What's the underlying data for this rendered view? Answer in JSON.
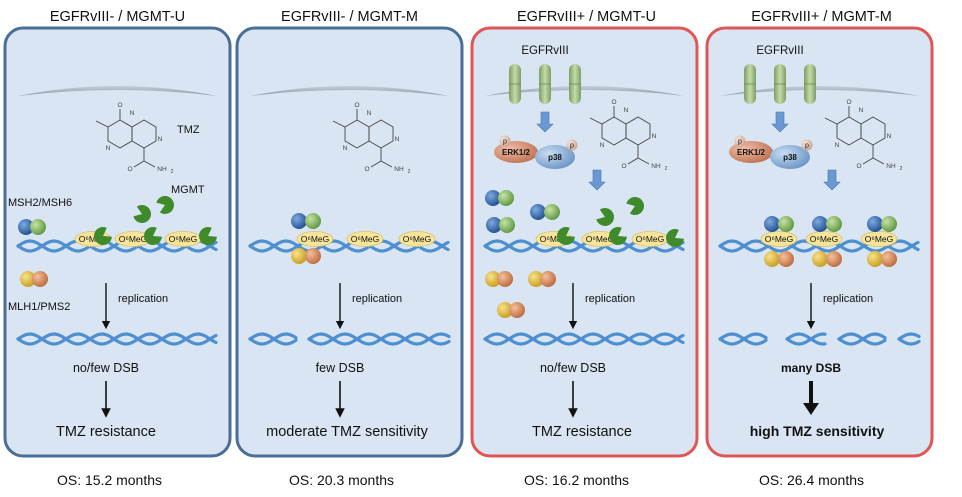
{
  "panels": [
    {
      "title": "EGFRvIII- / MGMT-U",
      "receptor_label": "",
      "drug_label": "TMZ",
      "mgmt_label": "MGMT",
      "msh_label": "MSH2/MSH6",
      "mlh_label": "MLH1/PMS2",
      "adducts": [
        "O⁶MeG",
        "O⁶MeG",
        "O⁶MeG"
      ],
      "replication_label": "replication",
      "dsb_label": "no/few DSB",
      "outcome_label": "TMZ resistance",
      "os_label": "OS: 15.2 months",
      "border_color": "#4a6f96"
    },
    {
      "title": "EGFRvIII- / MGMT-M",
      "receptor_label": "",
      "drug_label": "",
      "mgmt_label": "",
      "msh_label": "",
      "mlh_label": "",
      "adducts": [
        "O⁶MeG",
        "O⁶MeG",
        "O⁶MeG"
      ],
      "replication_label": "replication",
      "dsb_label": "few DSB",
      "outcome_label": "moderate TMZ sensitivity",
      "os_label": "OS: 20.3 months",
      "border_color": "#4a6f96"
    },
    {
      "title": "EGFRvIII+ / MGMT-U",
      "receptor_label": "EGFRvIII",
      "drug_label": "",
      "mgmt_label": "",
      "msh_label": "",
      "mlh_label": "",
      "erk_label": "ERK1/2",
      "p38_label": "p38",
      "phospho_label": "p",
      "adducts": [
        "O⁶MeG",
        "O⁶MeG",
        "O⁶MeG"
      ],
      "replication_label": "replication",
      "dsb_label": "no/few DSB",
      "outcome_label": "TMZ resistance",
      "os_label": "OS: 16.2 months",
      "border_color": "#e05555"
    },
    {
      "title": "EGFRvIII+ / MGMT-M",
      "receptor_label": "EGFRvIII",
      "drug_label": "",
      "mgmt_label": "",
      "msh_label": "",
      "mlh_label": "",
      "erk_label": "ERK1/2",
      "p38_label": "p38",
      "phospho_label": "p",
      "adducts": [
        "O⁶MeG",
        "O⁶MeG",
        "O⁶MeG"
      ],
      "replication_label": "replication",
      "dsb_label": "many DSB",
      "outcome_label": "high TMZ sensitivity",
      "os_label": "OS: 26.4 months",
      "border_color": "#e05555"
    }
  ],
  "drug_atoms": {
    "o": "O",
    "n": "N",
    "h": "NH",
    "h2": "2"
  },
  "colors": {
    "panel_fill": "#d9e5f2",
    "dna": "#4e8fd0",
    "membrane": "#a8b4c2",
    "receptor": "#a7c48a",
    "mgmt": "#3f8a2a",
    "adduct": "#f6e49a",
    "msh2": "#2e63a6",
    "msh6": "#7cae55",
    "mlh1": "#e0b93a",
    "pms2": "#d98a5a",
    "erk": "#d48a6c",
    "p38": "#7fa8d6",
    "signal_arrow": "#6a98d2"
  }
}
